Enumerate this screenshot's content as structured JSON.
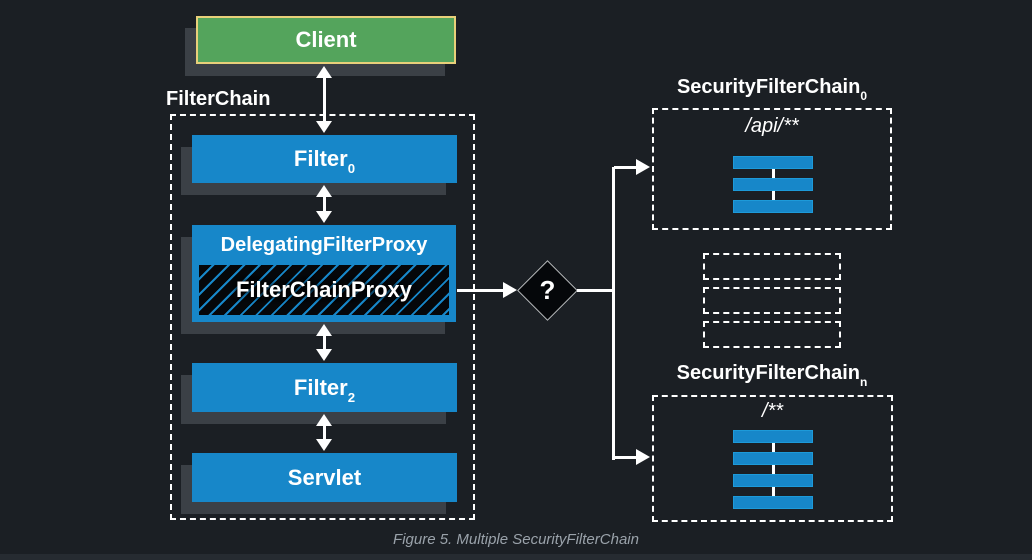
{
  "figure": {
    "caption": "Figure 5. Multiple SecurityFilterChain"
  },
  "left_chain": {
    "client_label": "Client",
    "container_label": "FilterChain",
    "filter0": {
      "base": "Filter",
      "sub": "0"
    },
    "delegating_filter_proxy_label": "DelegatingFilterProxy",
    "filter_chain_proxy_label": "FilterChainProxy",
    "filter2": {
      "base": "Filter",
      "sub": "2"
    },
    "servlet_label": "Servlet"
  },
  "decision": {
    "label": "?"
  },
  "right_chains": {
    "chain0": {
      "title_base": "SecurityFilterChain",
      "title_sub": "0",
      "url_pattern": "/api/**",
      "filter_count": 3
    },
    "placeholder_count": 3,
    "chain_n": {
      "title_base": "SecurityFilterChain",
      "title_sub": "n",
      "url_pattern": "/**",
      "filter_count": 4
    }
  },
  "colors": {
    "background": "#1b1f24",
    "box_blue": "#1787c9",
    "bar_border_blue": "#1d9ad9",
    "client_green": "#54a45c",
    "client_border_yellow": "#e8d07a",
    "shadow_gray": "#3b4046",
    "connector_white": "#ffffff",
    "diamond_black": "#05070a",
    "diamond_border_gray": "#b9bcbe",
    "caption_gray": "#9aa2aa"
  }
}
